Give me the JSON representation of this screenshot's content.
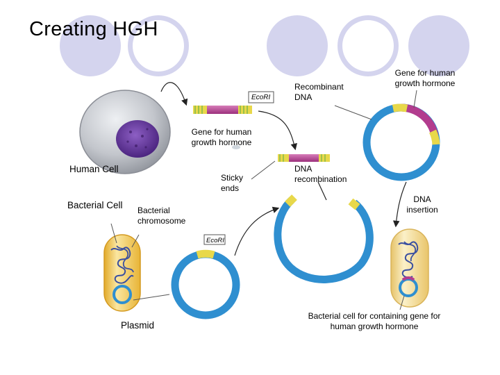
{
  "title": "Creating HGH",
  "labels": {
    "recombinant_dna": "Recombinant DNA",
    "gene_top_right": "Gene for human growth hormone",
    "gene_middle": "Gene for human growth hormone",
    "human_cell": "Human Cell",
    "bacterial_cell": "Bacterial Cell",
    "bacterial_chromosome": "Bacterial chromosome",
    "sticky_ends": "Sticky ends",
    "dna_recombination": "DNA recombination",
    "dna_insertion": "DNA insertion",
    "plasmid": "Plasmid",
    "result_cell": "Bacterial cell for containing gene for human growth hormone"
  },
  "enzyme_tags": {
    "top": "EcoRI",
    "plasmid": "EcoRI"
  },
  "colors": {
    "decor_circle": "#d4d4ee",
    "plasmid_blue": "#2f8fd0",
    "gene_magenta": "#b23c8e",
    "sticky_yellow": "#e8d84a",
    "sticky_green": "#7fb84a",
    "bacterium_fill": "#f2c74a",
    "bacterium_edge": "#d49a20",
    "nucleus_purple": "#6a3aa0",
    "cell_gray": "#b5b8bf"
  }
}
